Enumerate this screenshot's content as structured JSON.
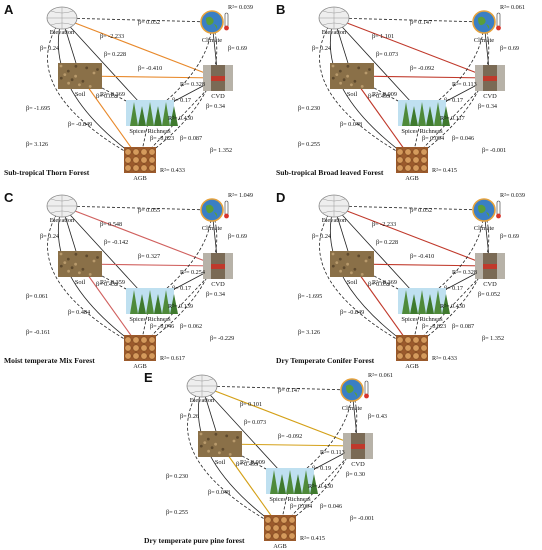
{
  "node_labels": {
    "elevation": "Elevation",
    "climate": "Climate",
    "soil": "Soil",
    "cvd": "CVD",
    "richness": "Spices Richness",
    "agb": "AGB"
  },
  "colors": {
    "positive": "#222222",
    "orange": "#e8892b",
    "red": "#c0392b",
    "pink": "#d0605e",
    "gold": "#d4a017",
    "sky": "#3a7fc4",
    "soil": "#8a7048",
    "forest": "#4f8a3a",
    "wood": "#9b5a2c"
  },
  "panels": [
    {
      "letter": "A",
      "title": "Sub-tropical Thorn Forest",
      "accent": "orange",
      "coefs": {
        "elev_clim": "β= 0.052",
        "clim_r2": "R²= 0.039",
        "elev_cvd": "β= -2.233",
        "clim_cvd": "β= 0.69",
        "elev_soil": "β= 0.24",
        "elev_rich": "β= 0.228",
        "soil_cvd": "β= -0.410",
        "soil_r2": "R²= 0.369",
        "cvd_r2": "R²= 0.328",
        "soil_rich": "β= 0.052",
        "cvd_rich": "β= 0.17",
        "clim_rich": "β= 0.34",
        "elev_agb": "β= -1.695",
        "soil_agb": "β= -0.849",
        "rich_r2": "R²= 0.430",
        "rich_agb": "β= -0.823",
        "cvd_agb": "β= 0.087",
        "elev_agb2": "β= 3.126",
        "clim_agb": "β= 1.352",
        "agb_r2": "R²= 0.433"
      }
    },
    {
      "letter": "B",
      "title": "Sub-tropical Broad leaved Forest",
      "accent": "red",
      "coefs": {
        "elev_clim": "β= 0.147",
        "clim_r2": "R²= 0.061",
        "elev_cvd": "β= 1.101",
        "clim_cvd": "β= 0.69",
        "elev_soil": "β= 0.24",
        "elev_rich": "β= 0.073",
        "soil_cvd": "β= -0.092",
        "soil_r2": "R²= 0.009",
        "cvd_r2": "R²= 0.113",
        "soil_rich": "β= 0.493",
        "cvd_rich": "β= 0.17",
        "clim_rich": "β= 0.34",
        "elev_agb": "β= 0.230",
        "soil_agb": "β= 0.048",
        "rich_r2": "R²= 0.117",
        "rich_agb": "β= 0.004",
        "cvd_agb": "β= 0.046",
        "elev_agb2": "β= 0.255",
        "clim_agb": "β= -0.001",
        "agb_r2": "R²= 0.415"
      }
    },
    {
      "letter": "C",
      "title": "Moist temperate Mix Forest",
      "accent": "pink",
      "coefs": {
        "elev_clim": "β= 0.055",
        "clim_r2": "R²= 1.049",
        "elev_cvd": "β= 0.548",
        "clim_cvd": "β= 0.69",
        "elev_soil": "β= 0.24",
        "elev_rich": "β= -0.142",
        "soil_cvd": "β= 0.327",
        "soil_r2": "R²= 0.359",
        "cvd_r2": "R²= 0.254",
        "soil_rich": "β= 0.432",
        "cvd_rich": "β= 0.17",
        "clim_rich": "β= 0.34",
        "elev_agb": "β= 0.061",
        "soil_agb": "β= 0.484",
        "rich_r2": "R²= 0.139",
        "rich_agb": "β= -0.046",
        "cvd_agb": "β= 0.062",
        "elev_agb2": "β= -0.161",
        "clim_agb": "β= -0.229",
        "agb_r2": "R²= 0.617"
      }
    },
    {
      "letter": "D",
      "title": "Dry Temperate Conifer Forest",
      "accent": "red",
      "coefs": {
        "elev_clim": "β= 0.052",
        "clim_r2": "R²= 0.039",
        "elev_cvd": "β= -2.233",
        "clim_cvd": "β= 0.69",
        "elev_soil": "β= 0.24",
        "elev_rich": "β= 0.228",
        "soil_cvd": "β= -0.410",
        "soil_r2": "R²= 0.369",
        "cvd_r2": "R²= 0.328",
        "soil_rich": "β= 0.052",
        "cvd_rich": "β= 0.17",
        "clim_rich": "β= 0.052",
        "elev_agb": "β= -1.695",
        "soil_agb": "β= -0.849",
        "rich_r2": "R²= 0.430",
        "rich_agb": "β= -0.823",
        "cvd_agb": "β= 0.087",
        "elev_agb2": "β= 3.126",
        "clim_agb": "β= 1.352",
        "agb_r2": "R²= 0.433"
      }
    },
    {
      "letter": "E",
      "title": "Dry temperate pure pine forest",
      "accent": "gold",
      "coefs": {
        "elev_clim": "β= 0.147",
        "clim_r2": "R²= 0.061",
        "elev_cvd": "β= 0.101",
        "clim_cvd": "β= 0.43",
        "elev_soil": "β= 0.26",
        "elev_rich": "β= 0.073",
        "soil_cvd": "β= -0.092",
        "soil_r2": "R²= 0.009",
        "cvd_r2": "R²= 0.113",
        "soil_rich": "β= 0.493",
        "cvd_rich": "β= 0.19",
        "clim_rich": "β= 0.30",
        "elev_agb": "β= 0.230",
        "soil_agb": "β= 0.048",
        "rich_r2": "R²= 0.430",
        "rich_agb": "β= 0.004",
        "cvd_agb": "β= 0.046",
        "elev_agb2": "β= 0.255",
        "clim_agb": "β= -0.001",
        "agb_r2": "R²= 0.415"
      }
    }
  ]
}
